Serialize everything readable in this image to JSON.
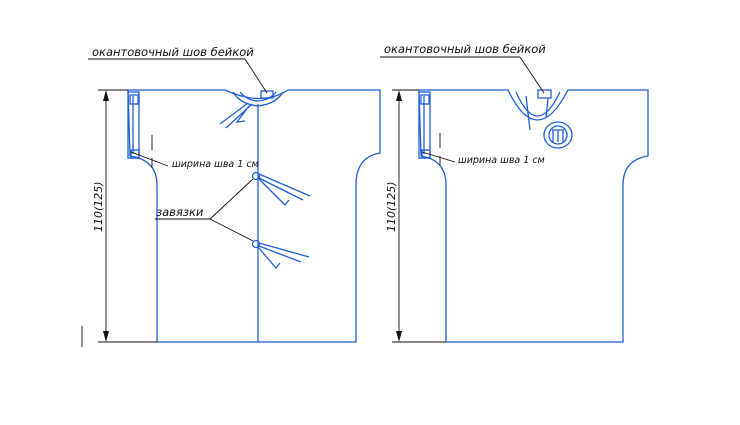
{
  "colors": {
    "outline": "#1f5fd6",
    "leader": "#111111",
    "background": "#ffffff"
  },
  "left_garment": {
    "neck_label": "окантовочный шов бейкой",
    "seam_label": "ширина шва 1 см",
    "ties_label": "завязки",
    "length_label": "110(125)"
  },
  "right_garment": {
    "neck_label": "окантовочный шов бейкой",
    "seam_label": "ширина шва 1 см",
    "length_label": "110(125)"
  }
}
